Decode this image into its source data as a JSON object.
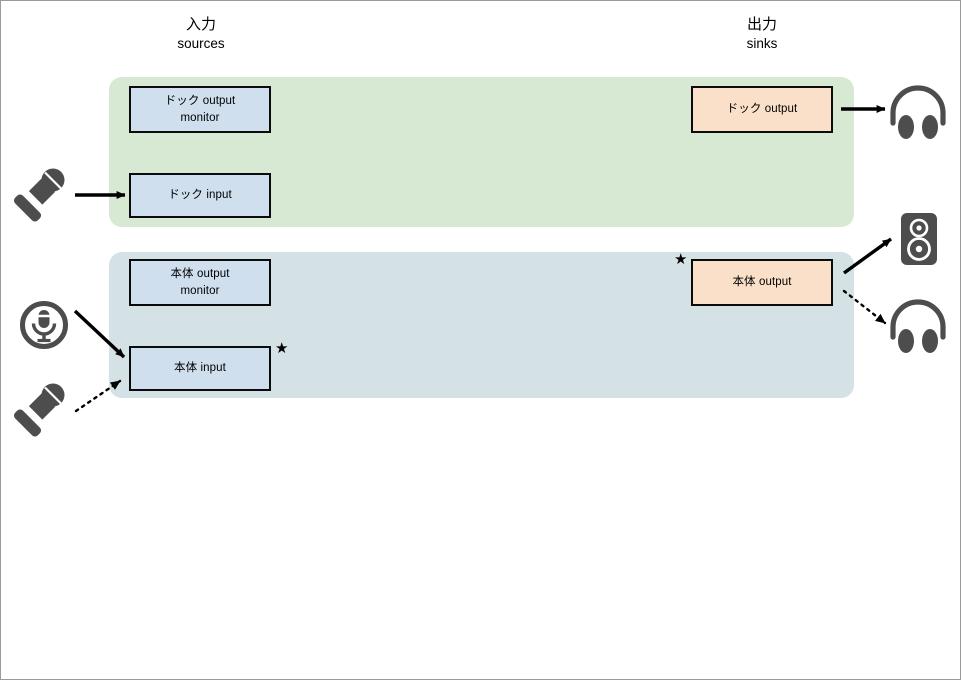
{
  "diagram": {
    "title_left_jp": "入力",
    "title_left_en": "sources",
    "title_right_jp": "出力",
    "title_right_en": "sinks",
    "colors": {
      "group_dock_fill": "#d7e8d3",
      "group_main_fill": "#d4e2e6",
      "source_box_fill": "#cfdfee",
      "sink_box_fill": "#fae0c8",
      "box_stroke": "#0b0b0b",
      "icon_fill": "#4d4d4d",
      "page_border": "#9a9a9a"
    },
    "groups": [
      {
        "id": "dock",
        "name": "dock-group"
      },
      {
        "id": "main",
        "name": "main-unit-group"
      }
    ],
    "nodes": [
      {
        "id": "dock-output-monitor",
        "label": "ドック output\nmonitor",
        "line1": "ドック output",
        "line2": "monitor",
        "kind": "source",
        "star": false
      },
      {
        "id": "dock-input",
        "label": "ドック input",
        "line1": "ドック input",
        "line2": "",
        "kind": "source",
        "star": false
      },
      {
        "id": "dock-output",
        "label": "ドック output",
        "line1": "ドック output",
        "line2": "",
        "kind": "sink",
        "star": false
      },
      {
        "id": "main-output-monitor",
        "label": "本体 output\nmonitor",
        "line1": "本体 output",
        "line2": "monitor",
        "kind": "source",
        "star": false
      },
      {
        "id": "main-input",
        "label": "本体 input",
        "line1": "本体 input",
        "line2": "",
        "kind": "source",
        "star": true
      },
      {
        "id": "main-output",
        "label": "本体 output",
        "line1": "本体 output",
        "line2": "",
        "kind": "sink",
        "star": true
      }
    ],
    "star_marker": "★",
    "devices": [
      {
        "id": "mic-dock",
        "icon": "handheld-microphone-icon"
      },
      {
        "id": "mic-builtin",
        "icon": "builtin-microphone-icon"
      },
      {
        "id": "mic-external",
        "icon": "handheld-microphone-icon"
      },
      {
        "id": "headphones-dock",
        "icon": "headphones-icon"
      },
      {
        "id": "speaker-builtin",
        "icon": "speaker-icon"
      },
      {
        "id": "headphones-main",
        "icon": "headphones-icon"
      }
    ],
    "connections": [
      {
        "id": "mic-dock-to-dock-input",
        "style": "solid",
        "from": "mic-dock",
        "to": "dock-input"
      },
      {
        "id": "dock-output-to-headphones",
        "style": "solid",
        "from": "dock-output",
        "to": "headphones-dock"
      },
      {
        "id": "builtin-mic-to-main-input",
        "style": "solid",
        "from": "mic-builtin",
        "to": "main-input"
      },
      {
        "id": "external-mic-to-main-input",
        "style": "dotted",
        "from": "mic-external",
        "to": "main-input"
      },
      {
        "id": "main-output-to-speaker",
        "style": "solid",
        "from": "main-output",
        "to": "speaker-builtin"
      },
      {
        "id": "main-output-to-headphones",
        "style": "dotted",
        "from": "main-output",
        "to": "headphones-main"
      }
    ]
  }
}
